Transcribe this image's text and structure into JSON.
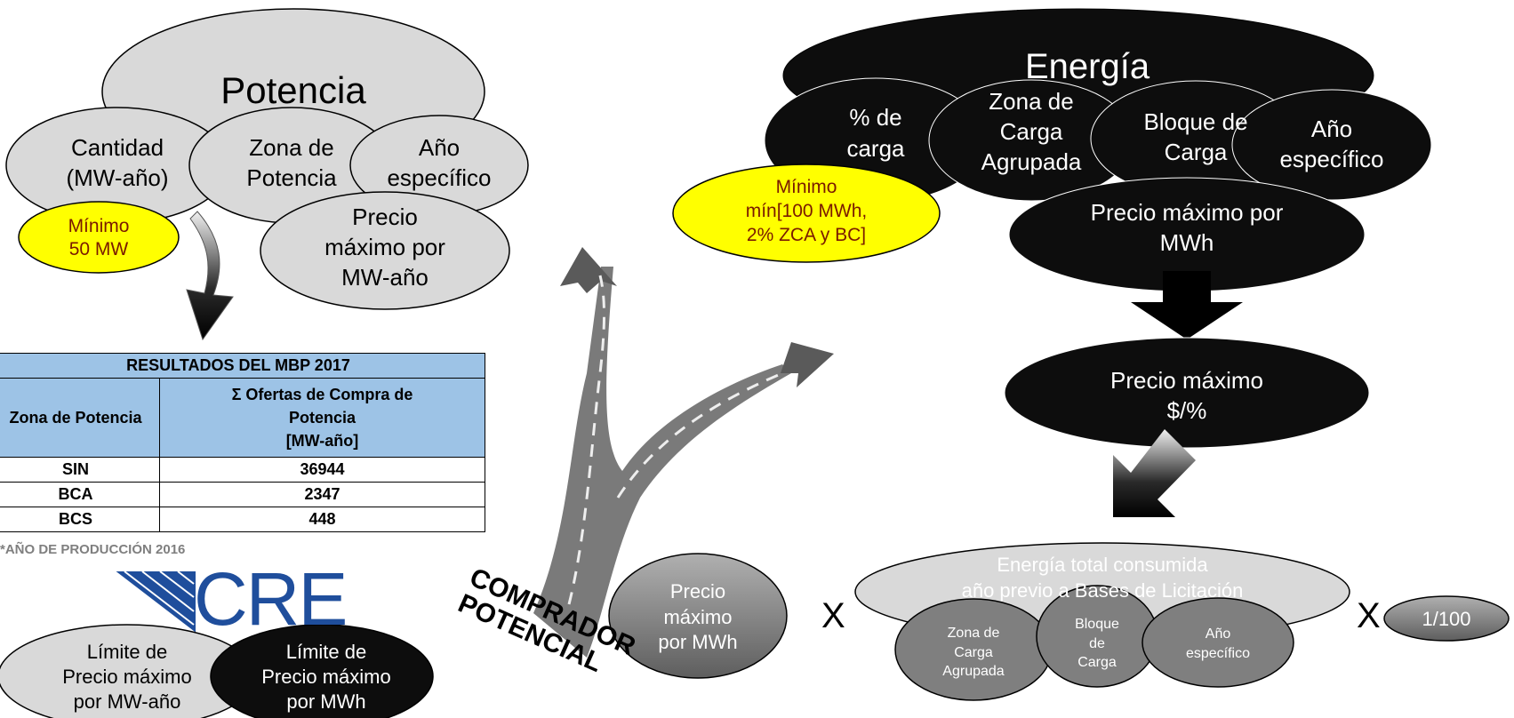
{
  "potencia": {
    "title": "Potencia",
    "cantidad": [
      "Cantidad",
      "(MW-año)"
    ],
    "zona": [
      "Zona de",
      "Potencia"
    ],
    "anio": [
      "Año",
      "específico"
    ],
    "precio": [
      "Precio",
      "máximo por",
      "MW-año"
    ],
    "minimo": [
      "Mínimo",
      "50 MW"
    ]
  },
  "energia": {
    "title": "Energía",
    "carga": [
      "% de",
      "carga"
    ],
    "zona": [
      "Zona de",
      "Carga",
      "Agrupada"
    ],
    "bloque": [
      "Bloque de",
      "Carga"
    ],
    "anio": [
      "Año",
      "específico"
    ],
    "minimo": [
      "Mínimo",
      "mín[100 MWh,",
      "2% ZCA y BC]"
    ],
    "precio_mwh": [
      "Precio máximo por",
      "MWh"
    ],
    "precio_pct": [
      "Precio máximo",
      "$/%"
    ]
  },
  "formula": {
    "precio": [
      "Precio",
      "máximo",
      "por MWh"
    ],
    "x1": "X",
    "total": [
      "Energía total consumida",
      "año previo a Bases de Licitación"
    ],
    "zona": [
      "Zona de",
      "Carga",
      "Agrupada"
    ],
    "bloque": [
      "Bloque",
      "de",
      "Carga"
    ],
    "anio": [
      "Año",
      "específico"
    ],
    "x2": "X",
    "factor": "1/100"
  },
  "table": {
    "title": "RESULTADOS DEL MBP 2017",
    "col1": "Zona de Potencia",
    "col2": [
      "Σ Ofertas de Compra de",
      "Potencia",
      "[MW-año]"
    ],
    "rows": [
      {
        "zona": "SIN",
        "valor": "36944"
      },
      {
        "zona": "BCA",
        "valor": "2347"
      },
      {
        "zona": "BCS",
        "valor": "448"
      }
    ],
    "note": "*AÑO DE PRODUCCIÓN 2016"
  },
  "cre": {
    "logo_text": "CRE",
    "limite_mw": [
      "Límite  de",
      "Precio máximo",
      "por MW-año"
    ],
    "limite_mwh": [
      "Límite de",
      "Precio máximo",
      "por MWh"
    ]
  },
  "comprador": [
    "COMPRADOR",
    "POTENCIAL"
  ],
  "colors": {
    "light_ellipse": "#d9d9d9",
    "dark_ellipse": "#0d0d0d",
    "yellow": "#ffff00",
    "table_header": "#9dc3e6",
    "cre_blue": "#1f4e9c"
  }
}
